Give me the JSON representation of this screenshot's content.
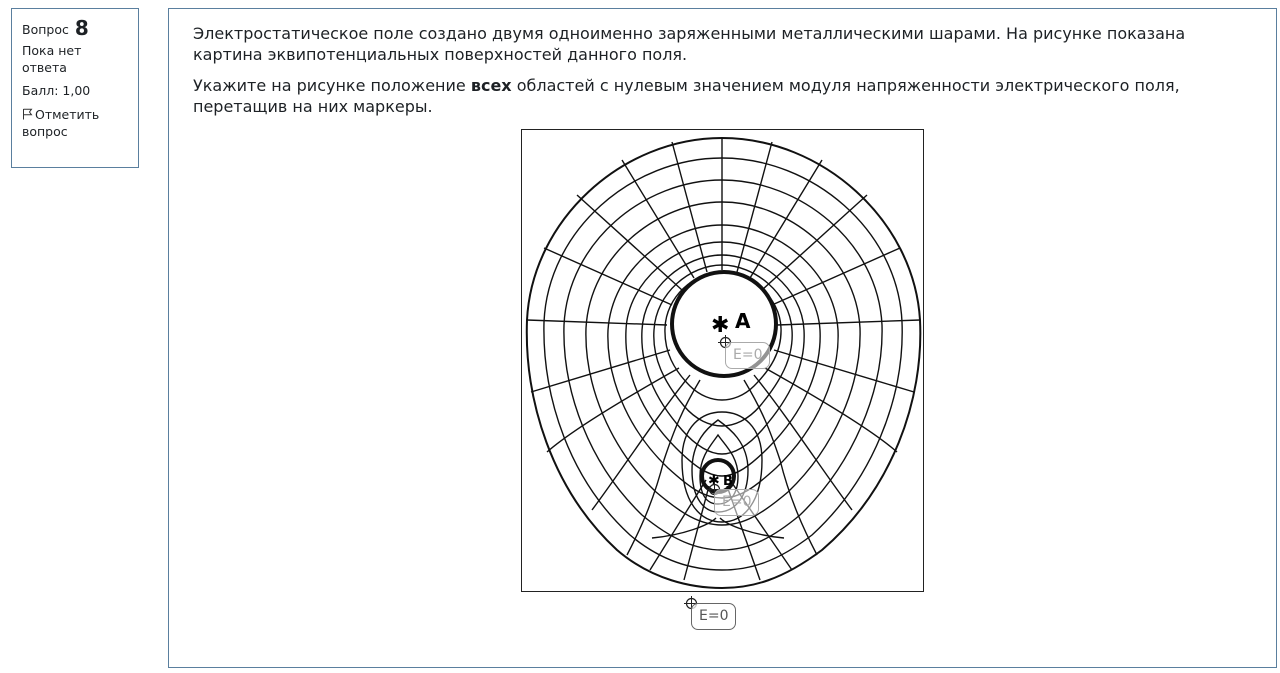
{
  "info": {
    "question_label": "Вопрос",
    "question_number": "8",
    "state": "Пока нет ответа",
    "grade": "Балл: 1,00",
    "flag_label": "Отметить вопрос"
  },
  "question": {
    "paragraph1": "Электростатическое поле создано двумя одноименно заряженными металлическими шарами. На рисунке показана картина эквипотенциальных поверхностей данного поля.",
    "paragraph2_before": "Укажите на рисунке положение ",
    "paragraph2_bold": "всех",
    "paragraph2_after": " областей с нулевым значением модуля напряженности электрического поля, перетащив на них маркеры."
  },
  "figure": {
    "label_a": "A",
    "label_b": "B"
  },
  "markers": [
    {
      "label": "E=0",
      "state": "placed"
    },
    {
      "label": "E=0",
      "state": "placed"
    },
    {
      "label": "E=0",
      "state": "home"
    }
  ],
  "colors": {
    "border": "#5a7f9e",
    "text": "#1d2125"
  }
}
